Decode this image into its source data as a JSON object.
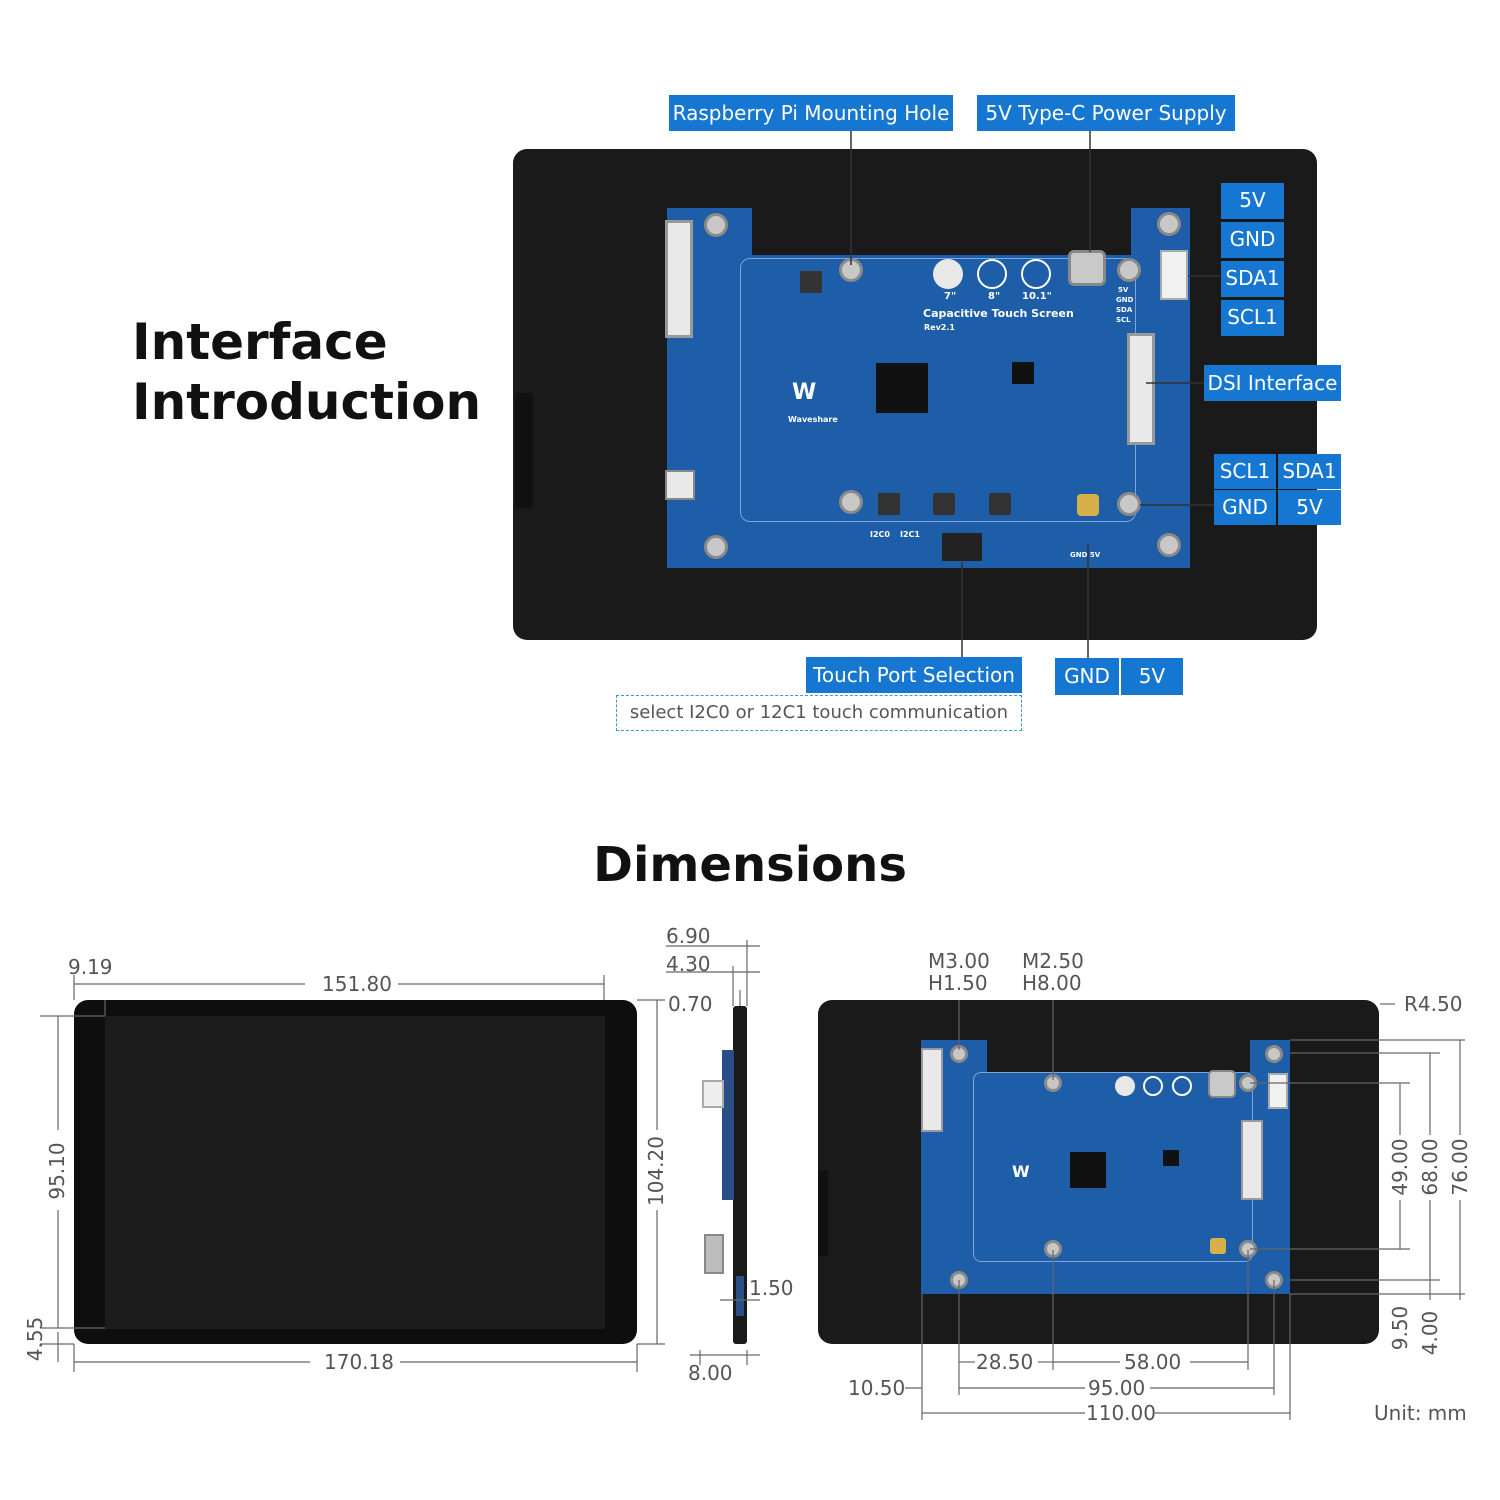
{
  "interface": {
    "heading_line1": "Interface",
    "heading_line2": "Introduction",
    "labels": {
      "mounting_hole": "Raspberry Pi Mounting Hole",
      "power_supply": "5V Type-C Power Supply",
      "dsi_interface": "DSI Interface",
      "touch_port": "Touch Port Selection",
      "touch_note": "select I2C0 or 12C1 touch communication"
    },
    "i2c_header_pins": [
      "5V",
      "GND",
      "SDA1",
      "SCL1"
    ],
    "pi_header_pins": [
      "SCL1",
      "SDA1",
      "GND",
      "5V"
    ],
    "power_pins": [
      "GND",
      "5V"
    ],
    "board_silkscreen": {
      "size_7": "7\"",
      "size_8": "8\"",
      "size_10": "10.1\"",
      "title": "Capacitive Touch Screen",
      "rev": "Rev2.1",
      "brand": "Waveshare",
      "pins": [
        "5V",
        "GND",
        "SDA",
        "SCL"
      ],
      "i2c0": "I2C0",
      "i2c1": "I2C1",
      "gnd5v": "GND 5V"
    }
  },
  "dimensions": {
    "heading": "Dimensions",
    "front": {
      "d_9_19": "9.19",
      "d_151_80": "151.80",
      "d_95_10": "95.10",
      "d_104_20": "104.20",
      "d_4_55": "4.55",
      "d_170_18": "170.18"
    },
    "side": {
      "d_6_90": "6.90",
      "d_4_30": "4.30",
      "d_0_70": "0.70",
      "d_1_50": "1.50",
      "d_8_00": "8.00"
    },
    "back": {
      "m3": "M3.00",
      "h1": "H1.50",
      "m2": "M2.50",
      "h8": "H8.00",
      "r450": "R4.50",
      "d_49": "49.00",
      "d_68": "68.00",
      "d_76": "76.00",
      "d_9_50": "9.50",
      "d_4_00": "4.00",
      "d_28_50": "28.50",
      "d_58": "58.00",
      "d_10_50": "10.50",
      "d_95": "95.00",
      "d_110": "110.00",
      "unit": "Unit: mm"
    }
  },
  "colors": {
    "accent": "#1677d2",
    "pcb": "#1e5da8",
    "bezel": "#1b1b1b"
  }
}
